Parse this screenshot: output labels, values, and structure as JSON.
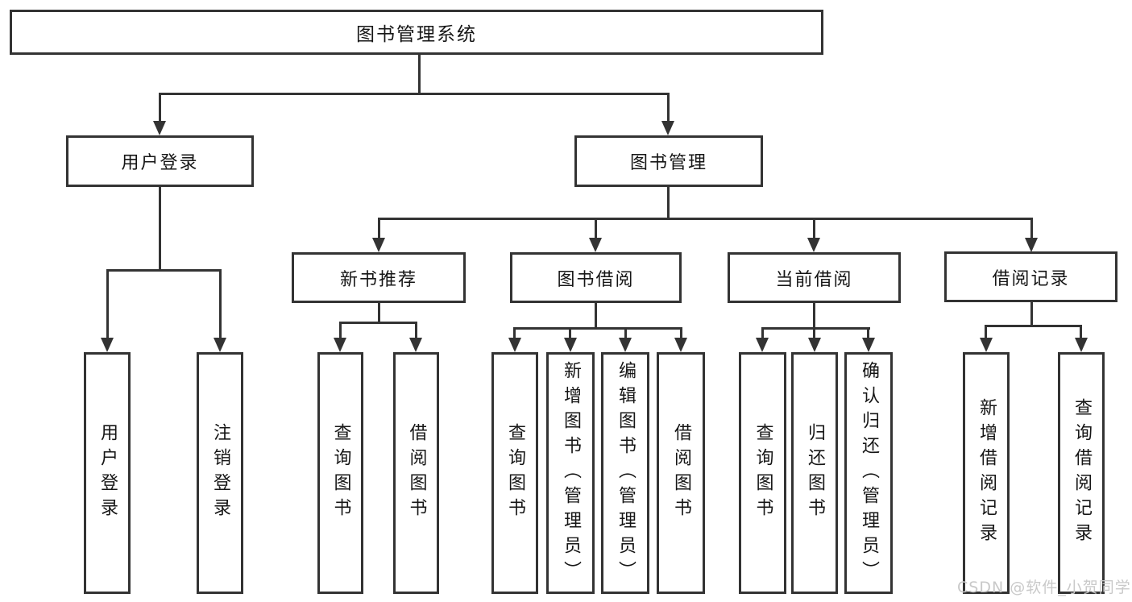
{
  "diagram": {
    "root": {
      "label": "图书管理系统"
    },
    "level2": [
      {
        "label": "用户登录"
      },
      {
        "label": "图书管理"
      }
    ],
    "level3": [
      {
        "label": "新书推荐"
      },
      {
        "label": "图书借阅"
      },
      {
        "label": "当前借阅"
      },
      {
        "label": "借阅记录"
      }
    ],
    "leaves": {
      "user_login": [
        "用户登录",
        "注销登录"
      ],
      "new_book_rec": [
        "查询图书",
        "借阅图书"
      ],
      "book_borrow": [
        "查询图书",
        "新增图书（管理员）",
        "编辑图书（管理员）",
        "借阅图书"
      ],
      "current_borrow": [
        "查询图书",
        "归还图书",
        "确认归还（管理员）"
      ],
      "borrow_record": [
        "新增借阅记录",
        "查询借阅记录"
      ]
    }
  },
  "watermark": {
    "text": "CSDN @软件_小贺同学"
  },
  "colors": {
    "line": "#333333",
    "text": "#161616",
    "background": "#ffffff",
    "watermark": "#c9c9c9"
  }
}
